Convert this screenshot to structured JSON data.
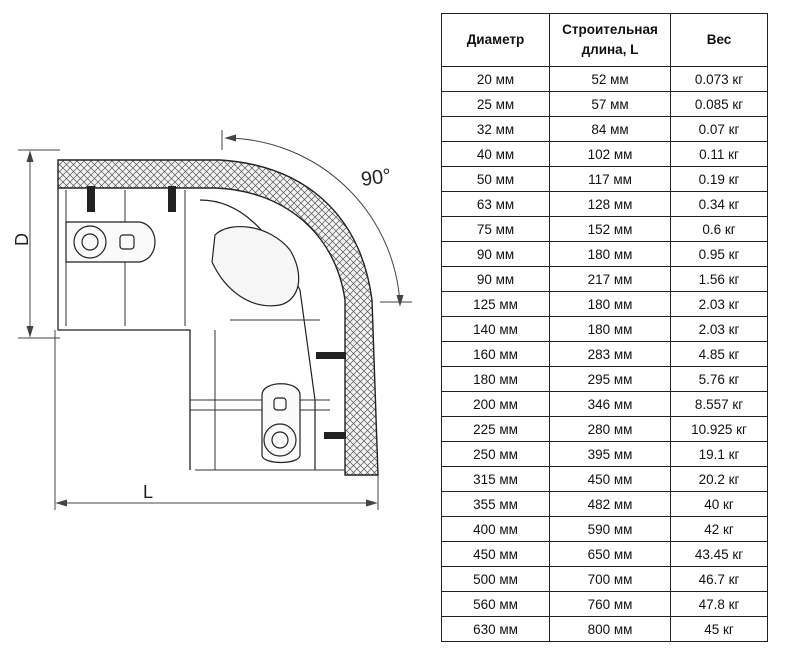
{
  "drawing": {
    "dim_diameter": "D",
    "dim_length": "L",
    "angle_label": "90°"
  },
  "table": {
    "headers": [
      "Диаметр",
      "Строительная длина, L",
      "Вес"
    ],
    "rows": [
      [
        "20 мм",
        "52 мм",
        "0.073 кг"
      ],
      [
        "25 мм",
        "57 мм",
        "0.085 кг"
      ],
      [
        "32 мм",
        "84 мм",
        "0.07 кг"
      ],
      [
        "40 мм",
        "102 мм",
        "0.11 кг"
      ],
      [
        "50 мм",
        "117 мм",
        "0.19 кг"
      ],
      [
        "63 мм",
        "128 мм",
        "0.34 кг"
      ],
      [
        "75 мм",
        "152 мм",
        "0.6 кг"
      ],
      [
        "90 мм",
        "180 мм",
        "0.95 кг"
      ],
      [
        "90 мм",
        "217 мм",
        "1.56 кг"
      ],
      [
        "125 мм",
        "180 мм",
        "2.03 кг"
      ],
      [
        "140 мм",
        "180 мм",
        "2.03 кг"
      ],
      [
        "160 мм",
        "283 мм",
        "4.85 кг"
      ],
      [
        "180 мм",
        "295 мм",
        "5.76 кг"
      ],
      [
        "200 мм",
        "346 мм",
        "8.557 кг"
      ],
      [
        "225 мм",
        "280 мм",
        "10.925 кг"
      ],
      [
        "250 мм",
        "395 мм",
        "19.1 кг"
      ],
      [
        "315 мм",
        "450 мм",
        "20.2 кг"
      ],
      [
        "355 мм",
        "482 мм",
        "40 кг"
      ],
      [
        "400 мм",
        "590 мм",
        "42 кг"
      ],
      [
        "450 мм",
        "650 мм",
        "43.45 кг"
      ],
      [
        "500 мм",
        "700 мм",
        "46.7 кг"
      ],
      [
        "560 мм",
        "760 мм",
        "47.8 кг"
      ],
      [
        "630 мм",
        "800 мм",
        "45 кг"
      ]
    ]
  }
}
